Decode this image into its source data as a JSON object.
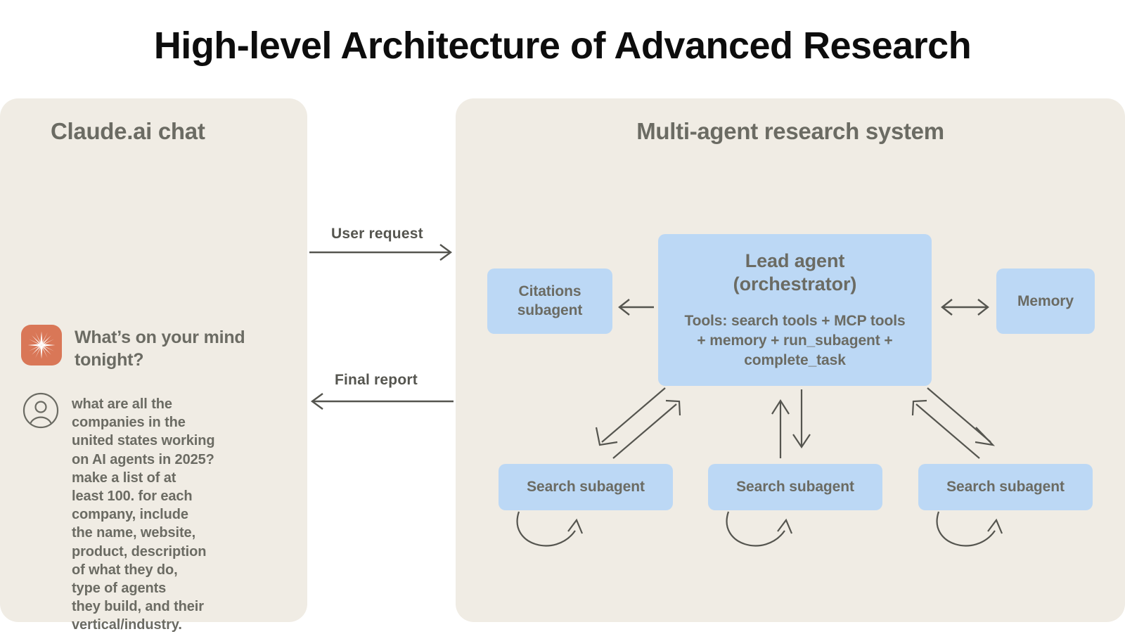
{
  "page": {
    "title": "High-level Architecture of Advanced Research",
    "background_color": "#ffffff",
    "panel_color": "#f0ece4",
    "node_color": "#bcd8f5",
    "text_color": "#6b6b63",
    "accent_color": "#d97757",
    "arrow_color": "#55554f"
  },
  "chat_panel": {
    "title": "Claude.ai chat",
    "logo_icon": "claude-starburst-icon",
    "greeting": "What’s on your\nmind tonight?",
    "user_avatar_icon": "user-circle-icon",
    "user_message": "what are all the\ncompanies in the\nunited states working\non AI agents in 2025?\nmake a list of at\nleast 100. for each\ncompany, include\nthe name, website,\nproduct, description\nof what they do,\ntype of agents\nthey build, and their\nvertical/industry."
  },
  "flows": {
    "user_request": "User request",
    "final_report": "Final report"
  },
  "system_panel": {
    "title": "Multi-agent research system",
    "nodes": {
      "lead_agent": {
        "title": "Lead agent\n(orchestrator)",
        "tools": "Tools: search tools + MCP tools\n+ memory + run_subagent +\ncomplete_task"
      },
      "citations": "Citations\nsubagent",
      "memory": "Memory",
      "search_subagents": [
        "Search subagent",
        "Search subagent",
        "Search subagent"
      ]
    }
  }
}
